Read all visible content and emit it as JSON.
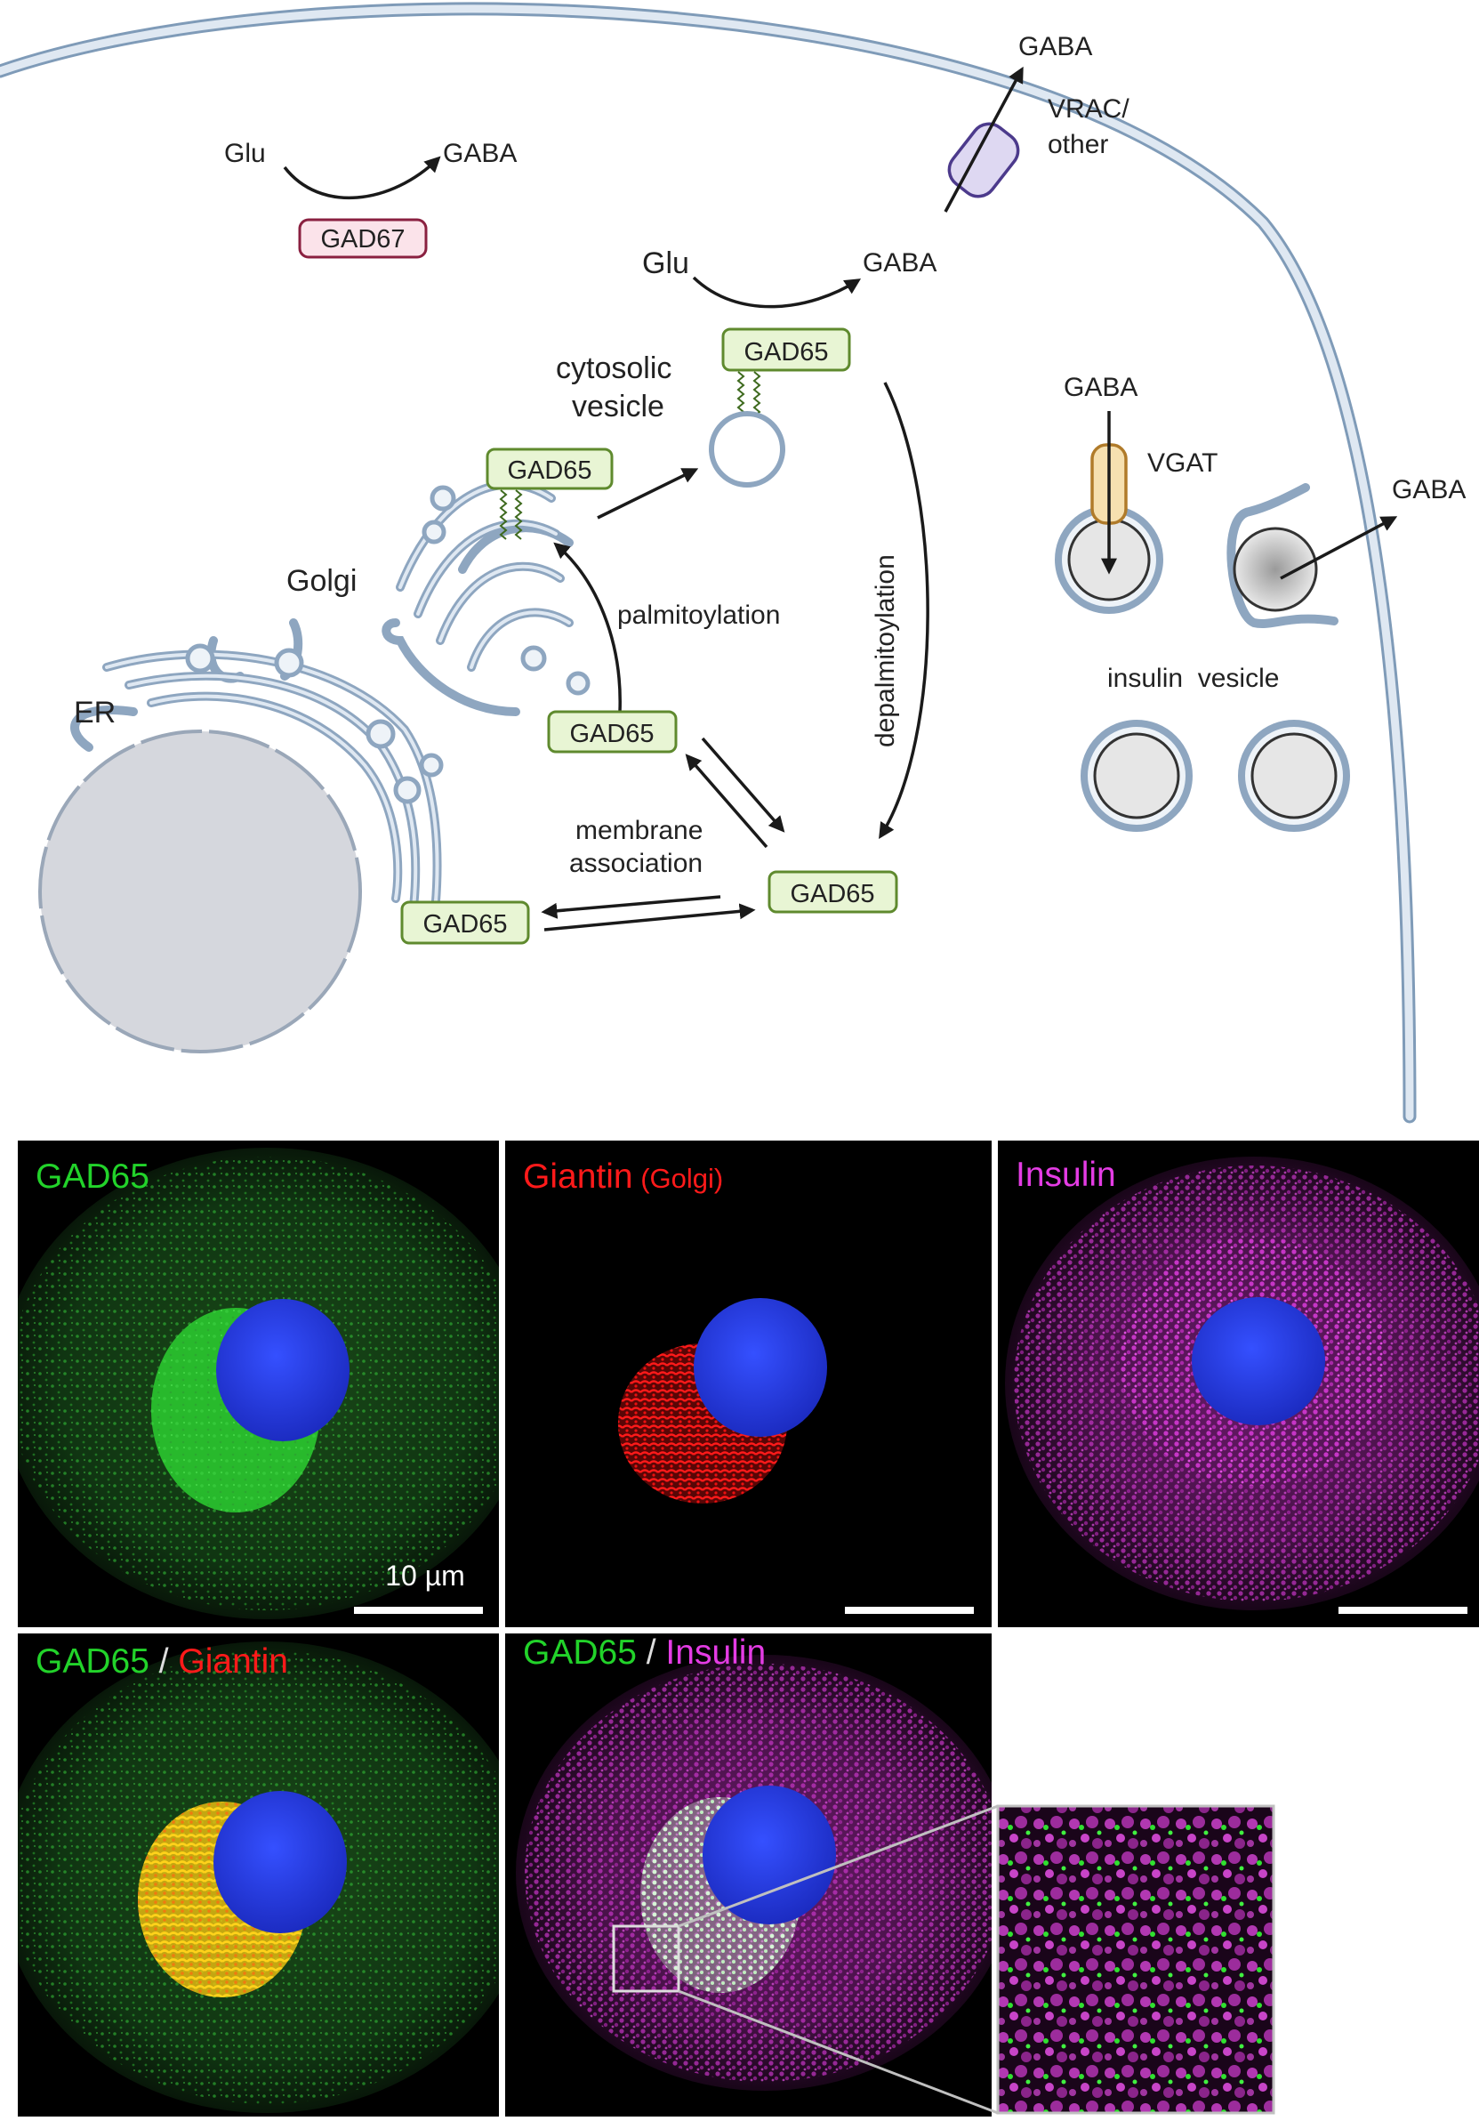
{
  "diagram": {
    "labels": {
      "er": "ER",
      "golgi": "Golgi",
      "cytosolic_vesicle_line1": "cytosolic",
      "cytosolic_vesicle_line2": "vesicle",
      "palmitoylation": "palmitoylation",
      "depalmitoylation": "depalmitoylation",
      "membrane_association_line1": "membrane",
      "membrane_association_line2": "association",
      "vgat": "VGAT",
      "vrac_line1": "VRAC/",
      "vrac_line2": "other",
      "insulin_vesicle": "insulin  vesicle"
    },
    "reaction_cytosolic": {
      "substrate": "Glu",
      "product": "GABA",
      "enzyme": "GAD67"
    },
    "reaction_vesicle": {
      "substrate": "Glu",
      "product": "GABA",
      "enzyme": "GAD65"
    },
    "gad65_golgi": "GAD65",
    "gad65_golgi_exit": "GAD65",
    "gad65_cytosol": "GAD65",
    "gad65_er": "GAD65",
    "gaba_vrac": "GABA",
    "gaba_vgat": "GABA",
    "gaba_exocytosis": "GABA"
  },
  "micrographs": {
    "panels": [
      {
        "title_parts": [
          {
            "text": "GAD65",
            "color": "#22d32a"
          }
        ]
      },
      {
        "title_parts": [
          {
            "text": "Giantin",
            "color": "#ff1a1a"
          },
          {
            "text": " (Golgi)",
            "color": "#ff1a1a",
            "small": true
          }
        ]
      },
      {
        "title_parts": [
          {
            "text": "Insulin",
            "color": "#e43ce4"
          }
        ]
      },
      {
        "title_parts": [
          {
            "text": "GAD65",
            "color": "#22d32a"
          },
          {
            "text": " / ",
            "color": "#dddddd"
          },
          {
            "text": "Giantin",
            "color": "#ff1a1a"
          }
        ]
      },
      {
        "title_parts": [
          {
            "text": "GAD65",
            "color": "#22d32a"
          },
          {
            "text": " / ",
            "color": "#dddddd"
          },
          {
            "text": "Insulin",
            "color": "#e43ce4"
          }
        ]
      }
    ],
    "scale_bar": "10 µm"
  },
  "colors": {
    "membrane": "#b9cce0",
    "gad65_fill": "#e8f5d4",
    "gad65_border": "#5f8a2e",
    "gad67_fill": "#fbe3ea",
    "gad67_border": "#8a2040",
    "vgat_fill": "#f6e0b0",
    "vgat_border": "#b07b2a",
    "vrac_fill": "#ded8f2",
    "vrac_border": "#4c3a8c",
    "green_channel": "#22d32a",
    "red_channel": "#ff1a1a",
    "magenta_channel": "#e43ce4",
    "nucleus_blue": "#2a3fe0"
  },
  "icons": [
    "arrow-icon",
    "palmitoyl-anchor-icon"
  ]
}
